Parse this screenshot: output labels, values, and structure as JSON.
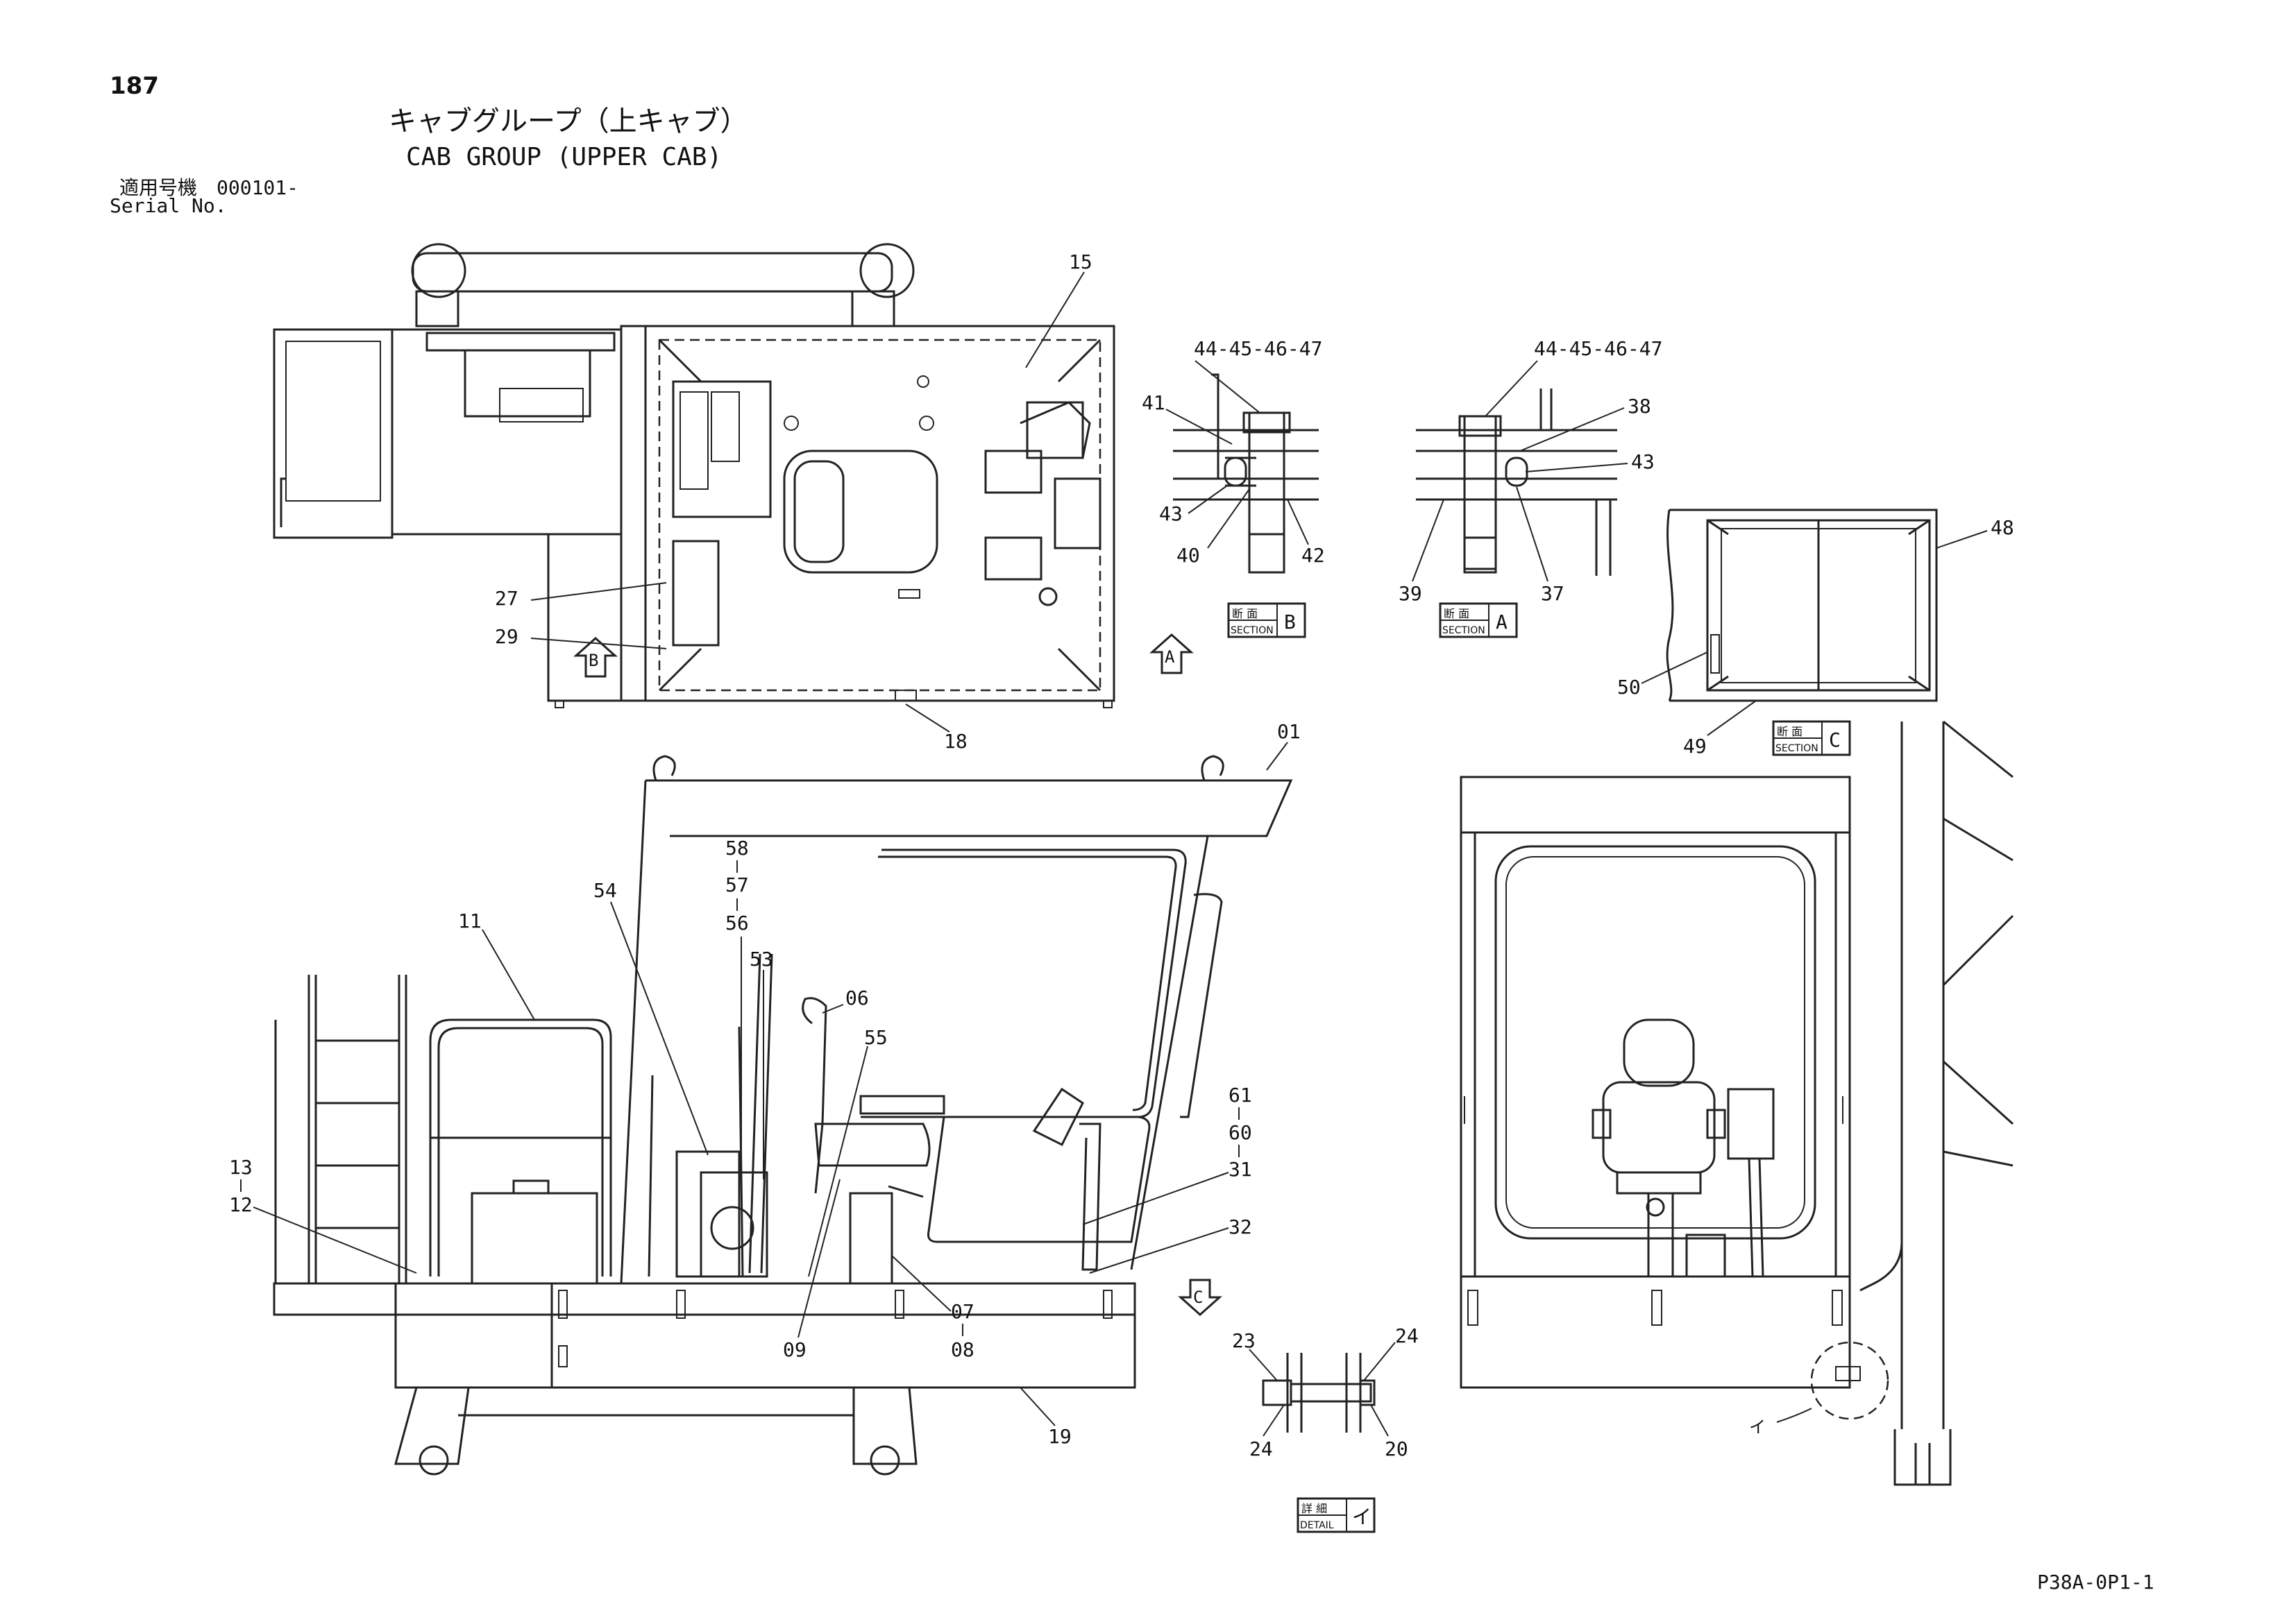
{
  "header": {
    "page_number": "187",
    "title_jp": "キャブグループ（上キャブ）",
    "title_en": "CAB GROUP (UPPER CAB)",
    "serial_label_jp": "適用号機",
    "serial_value": "000101-",
    "serial_label_en": "Serial No."
  },
  "footer": {
    "drawing_code": "P38A-0P1-1"
  },
  "section_tags": {
    "b": {
      "jp": "断 面",
      "en": "SECTION",
      "letter": "B"
    },
    "a": {
      "jp": "断 面",
      "en": "SECTION",
      "letter": "A"
    },
    "c": {
      "jp": "断 面",
      "en": "SECTION",
      "letter": "C"
    },
    "detail": {
      "jp": "詳 細",
      "en": "DETAIL",
      "letter": "イ"
    }
  },
  "view_arrows": {
    "a": "A",
    "b": "B",
    "c": "C",
    "i": "イ"
  },
  "callouts": {
    "c15": "15",
    "c27": "27",
    "c29": "29",
    "c18": "18",
    "c41": "41",
    "c43l": "43",
    "c40": "40",
    "c42": "42",
    "c44_47l": "44-45-46-47",
    "c44_47r": "44-45-46-47",
    "c38": "38",
    "c43r": "43",
    "c39": "39",
    "c37": "37",
    "c48": "48",
    "c50": "50",
    "c49": "49",
    "c01": "01",
    "c58": "58",
    "c57": "57",
    "c56": "56",
    "c54": "54",
    "c53": "53",
    "c11": "11",
    "c06": "06",
    "c55": "55",
    "c13": "13",
    "c12": "12",
    "c61": "61",
    "c60": "60",
    "c31": "31",
    "c32": "32",
    "c07": "07",
    "c08": "08",
    "c09": "09",
    "c19": "19",
    "c23": "23",
    "c24a": "24",
    "c24b": "24",
    "c20": "20"
  }
}
